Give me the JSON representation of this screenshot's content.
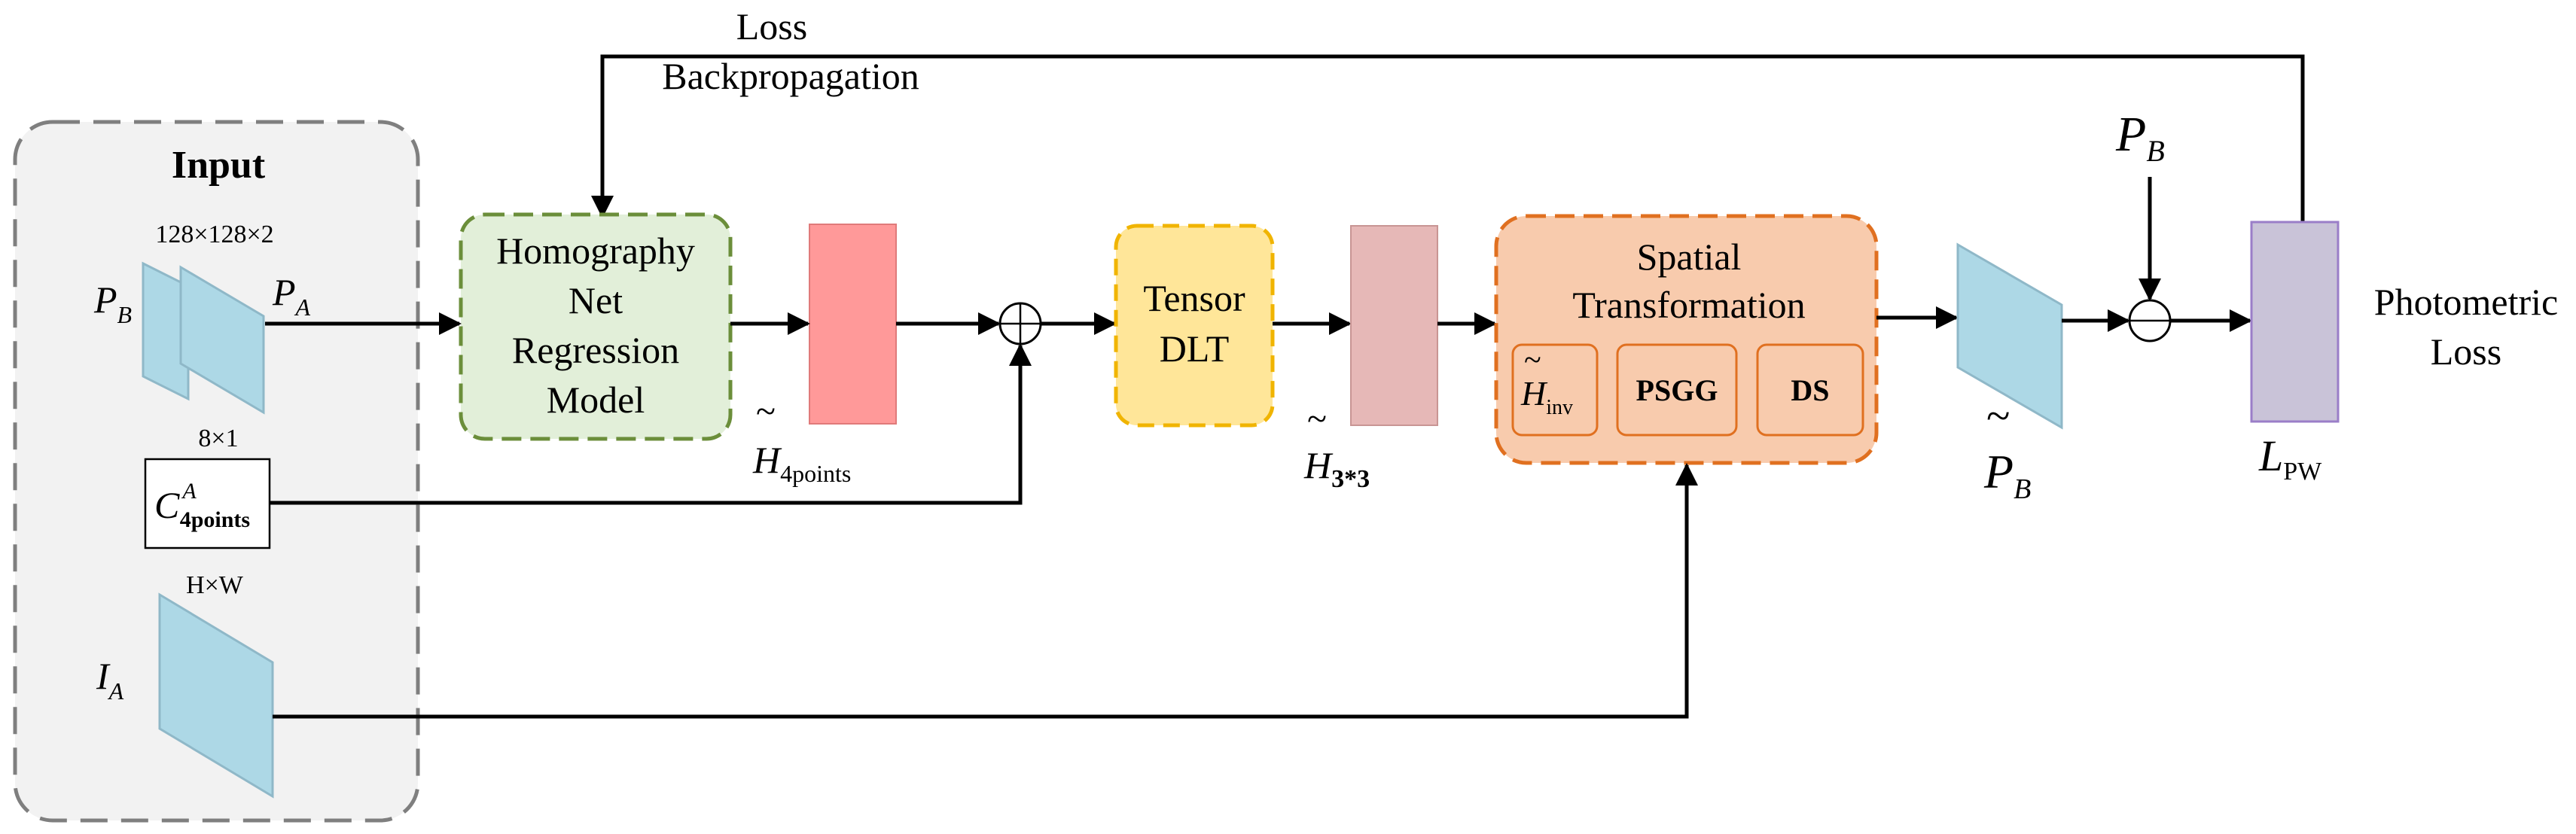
{
  "input_panel": {
    "title": "Input",
    "patch_size": "128×128×2",
    "patch_b": {
      "base": "P",
      "sub": "B"
    },
    "patch_a": {
      "base": "P",
      "sub": "A"
    },
    "corner_size": "8×1",
    "corner": {
      "base": "C",
      "sup": "A",
      "sub": "4points"
    },
    "image_size": "H×W",
    "image": {
      "base": "I",
      "sub": "A"
    }
  },
  "loss_backprop": {
    "line1": "Loss",
    "line2": "Backpropagation"
  },
  "homography_net": {
    "line1": "Homography",
    "line2": "Net",
    "line3": "Regression",
    "line4": "Model"
  },
  "h4_label": {
    "base": "H",
    "tilde": "~",
    "sub": "4points"
  },
  "tensor_dlt": {
    "line1": "Tensor",
    "line2": "DLT"
  },
  "h33_label": {
    "base": "H",
    "tilde": "~",
    "sub": "3*3"
  },
  "spatial_transform": {
    "line1": "Spatial",
    "line2": "Transformation",
    "hinv": {
      "base": "H",
      "tilde": "~",
      "sub": "inv"
    },
    "psgg": "PSGG",
    "ds": "DS"
  },
  "pb_warped": {
    "base": "P",
    "tilde": "~",
    "sub": "B"
  },
  "pb_input": {
    "base": "P",
    "sub": "B"
  },
  "lpw": {
    "base": "L",
    "sub": "PW"
  },
  "photometric_loss": {
    "line1": "Photometric",
    "line2": "Loss"
  },
  "colors": {
    "input_bg": "#f2f2f2",
    "dashed_gray": "#7f7f7f",
    "patch_fill": "#add8e6",
    "patch_stroke": "#8fb8c8",
    "homography_fill": "#e2efd9",
    "homography_stroke": "#6b8e3a",
    "h4_fill": "#ff9999",
    "tensor_fill": "#ffe699",
    "tensor_stroke": "#f0b400",
    "h33_fill": "#e6b8b7",
    "spatial_fill": "#f8cbad",
    "spatial_stroke": "#e07020",
    "lpw_fill": "#c9c3d8",
    "lpw_stroke": "#9a7ec8"
  }
}
